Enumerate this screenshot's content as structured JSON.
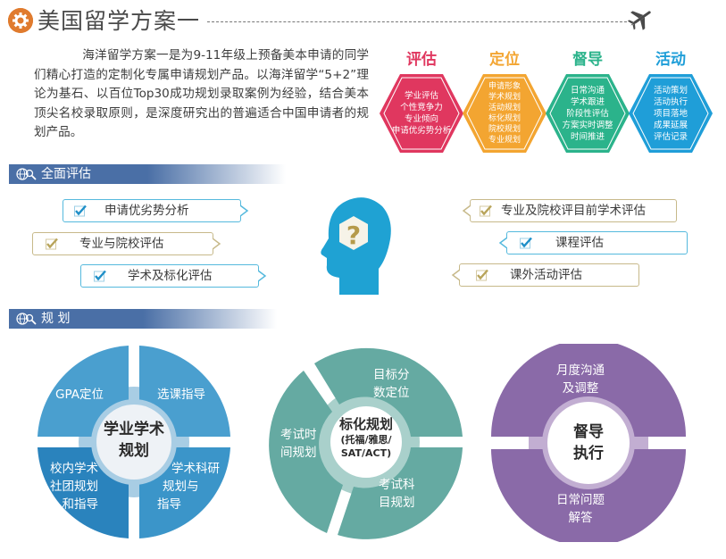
{
  "header": {
    "title": "美国留学方案一",
    "icon": "gear-icon",
    "plane_icon": "airplane-icon"
  },
  "intro": {
    "text": "海洋留学方案一是为9-11年级上预备美本申请的同学们精心打造的定制化专属申请规划产品。以海洋留学“5+2”理论为基石、以百位Top30成功规划录取案例为经验，结合美本顶尖名校录取原则，是深度研究出的普遍适合中国申请者的规划产品。"
  },
  "pillars": [
    {
      "title": "评估",
      "color": "#e0375f",
      "items": [
        "学业评估",
        "个性竞争力",
        "专业倾向",
        "申请优劣势分析"
      ]
    },
    {
      "title": "定位",
      "color": "#f3a531",
      "items": [
        "申请形象",
        "学术规划",
        "活动规划",
        "标化规划",
        "院校规划",
        "专业规划"
      ]
    },
    {
      "title": "督导",
      "color": "#2bb38b",
      "items": [
        "日常沟通",
        "学术跟进",
        "阶段性评估",
        "方案实时调整",
        "时间推进"
      ]
    },
    {
      "title": "活动",
      "color": "#1f9ed8",
      "items": [
        "活动策划",
        "活动执行",
        "项目落地",
        "成果延展",
        "评估记录"
      ]
    }
  ],
  "sections": {
    "evaluation": {
      "title": "全面评估",
      "icon": "globe-search-icon"
    },
    "planning": {
      "title": "规 划",
      "icon": "globe-search-icon"
    }
  },
  "evaluation_items": {
    "left": [
      {
        "label": "申请优劣势分析",
        "style": "blue"
      },
      {
        "label": "专业与院校评估",
        "style": "gold"
      },
      {
        "label": "学术及标化评估",
        "style": "blue"
      }
    ],
    "right": [
      {
        "label": "专业及院校评目前学术评估",
        "style": "gold"
      },
      {
        "label": "课程评估",
        "style": "blue"
      },
      {
        "label": "课外活动评估",
        "style": "gold"
      }
    ],
    "center_icon": "head-question-icon"
  },
  "planning": {
    "academic": {
      "center": [
        "学业学术",
        "规划"
      ],
      "color": "#4a9fcf",
      "color_dark": "#2a83bd",
      "segments": [
        {
          "label": [
            "GPA定位"
          ]
        },
        {
          "label": [
            "选课指导"
          ]
        },
        {
          "label": [
            "校内学术",
            "社团规划",
            "和指导"
          ]
        },
        {
          "label": [
            "学术科研",
            "规划与",
            "指导"
          ]
        }
      ]
    },
    "standardized": {
      "center": [
        "标化规划",
        "(托福/雅思/",
        "SAT/ACT)"
      ],
      "color": "#65aaa2",
      "segments": [
        {
          "label": [
            "目标分",
            "数定位"
          ]
        },
        {
          "label": [
            "考试时",
            "间规划"
          ]
        },
        {
          "label": [
            "考试科",
            "目规划"
          ]
        }
      ]
    },
    "supervision": {
      "center": [
        "督导",
        "执行"
      ],
      "color": "#8a6aa8",
      "segments": [
        {
          "label": [
            "月度沟通",
            "及调整"
          ]
        },
        {
          "label": [
            "日常问题",
            "解答"
          ]
        }
      ]
    }
  }
}
